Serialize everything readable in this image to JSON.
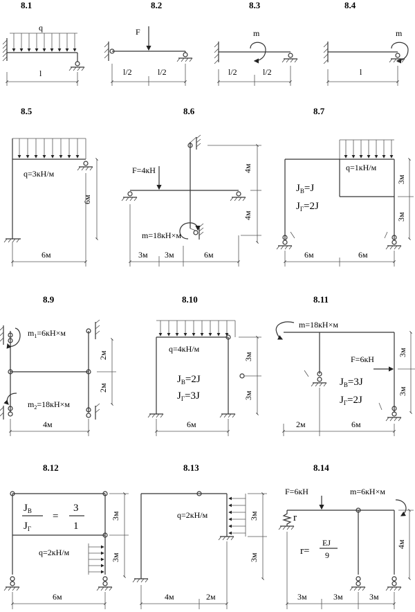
{
  "problems": [
    {
      "id": "8.1",
      "labels": {
        "q": "q",
        "l": "l"
      }
    },
    {
      "id": "8.2",
      "labels": {
        "F": "F",
        "half1": "l/2",
        "half2": "l/2"
      }
    },
    {
      "id": "8.3",
      "labels": {
        "m": "m",
        "half1": "l/2",
        "half2": "l/2"
      }
    },
    {
      "id": "8.4",
      "labels": {
        "m": "m",
        "l": "l"
      }
    },
    {
      "id": "8.5",
      "labels": {
        "q": "q=3кН/м",
        "h": "6м",
        "w": "6м"
      }
    },
    {
      "id": "8.6",
      "labels": {
        "F": "F=4кН",
        "m": "m=18кН×м",
        "h1": "4м",
        "h2": "4м",
        "w1": "3м",
        "w2": "3м",
        "w3": "6м"
      }
    },
    {
      "id": "8.7",
      "labels": {
        "q": "q=1кН/м",
        "jb": "J",
        "jb_sub": "В",
        "jb_val": "=J",
        "jg": "J",
        "jg_sub": "Г",
        "jg_val": "=2J",
        "h1": "3м",
        "h2": "3м",
        "w1": "6м",
        "w2": "6м"
      }
    },
    {
      "id": "8.9",
      "labels": {
        "m1": "m",
        "m1_sub": "1",
        "m1_val": "=6кН×м",
        "m2": "m",
        "m2_sub": "2",
        "m2_val": "=18кН×м",
        "h1": "2м",
        "h2": "2м",
        "w": "4м"
      }
    },
    {
      "id": "8.10",
      "labels": {
        "q": "q=4кН/м",
        "jb": "J",
        "jb_sub": "В",
        "jb_val": "=2J",
        "jg": "J",
        "jg_sub": "Г",
        "jg_val": "=3J",
        "h1": "3м",
        "h2": "3м",
        "w": "6м"
      }
    },
    {
      "id": "8.11",
      "labels": {
        "m": "m=18кН×м",
        "F": "F=6кН",
        "jb": "J",
        "jb_sub": "В",
        "jb_val": "=3J",
        "jg": "J",
        "jg_sub": "Г",
        "jg_val": "=2J",
        "h1": "3м",
        "h2": "3м",
        "w1": "2м",
        "w2": "6м"
      }
    },
    {
      "id": "8.12",
      "labels": {
        "jb": "J",
        "jb_sub": "В",
        "jg": "J",
        "jg_sub": "Г",
        "eq": "=",
        "num": "3",
        "den": "1",
        "q": "q=2кН/м",
        "h1": "3м",
        "h2": "3м",
        "w": "6м"
      }
    },
    {
      "id": "8.13",
      "labels": {
        "q": "q=2кН/м",
        "h1": "3м",
        "h2": "3м",
        "w1": "4м",
        "w2": "2м"
      }
    },
    {
      "id": "8.14",
      "labels": {
        "F": "F=6кН",
        "m": "m=6кН×м",
        "r": "r",
        "r_eq": "r=",
        "num": "EJ",
        "den": "9",
        "h": "4м",
        "w1": "3м",
        "w2": "3м",
        "w3": "3м"
      }
    }
  ]
}
